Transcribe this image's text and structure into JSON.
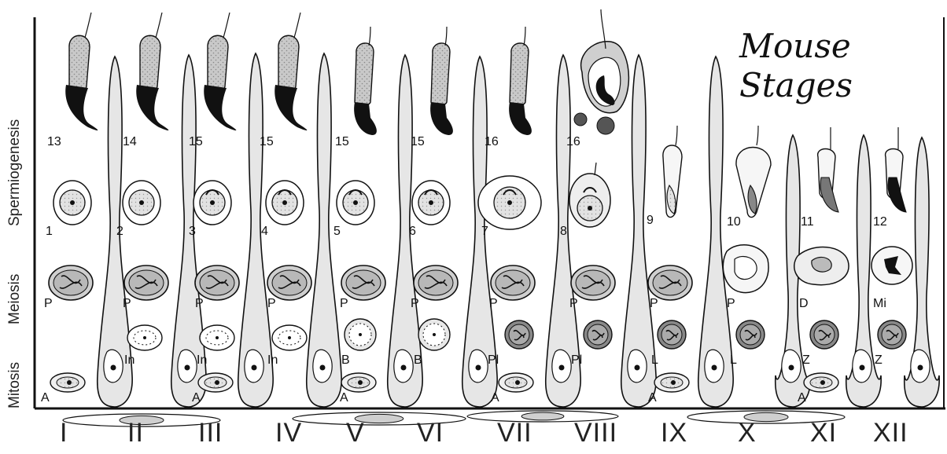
{
  "title_line1": "Mouse",
  "title_line2": "Stages",
  "row_labels": {
    "spermiogenesis": "Spermiogenesis",
    "meiosis": "Meiosis",
    "mitosis": "Mitosis"
  },
  "stages": [
    "I",
    "II",
    "III",
    "IV",
    "V",
    "VI",
    "VII",
    "VIII",
    "IX",
    "X",
    "XI",
    "XII"
  ],
  "elongated_steps": [
    "13",
    "14",
    "15",
    "15",
    "15",
    "15",
    "16",
    "16"
  ],
  "round_steps": [
    "1",
    "2",
    "3",
    "4",
    "5",
    "6",
    "7",
    "8",
    "9",
    "10",
    "11",
    "12"
  ],
  "meiosis_labels": [
    "P",
    "P",
    "P",
    "P",
    "P",
    "P",
    "P",
    "P",
    "P",
    "P",
    "D",
    "Mi"
  ],
  "mitosis_mid_labels": [
    "In",
    "In",
    "In",
    "B",
    "B",
    "Pl",
    "Pl",
    "L",
    "L",
    "Z",
    "Z"
  ],
  "mitosis_a_labels": [
    "A",
    "A",
    "A",
    "A",
    "A",
    "A"
  ]
}
